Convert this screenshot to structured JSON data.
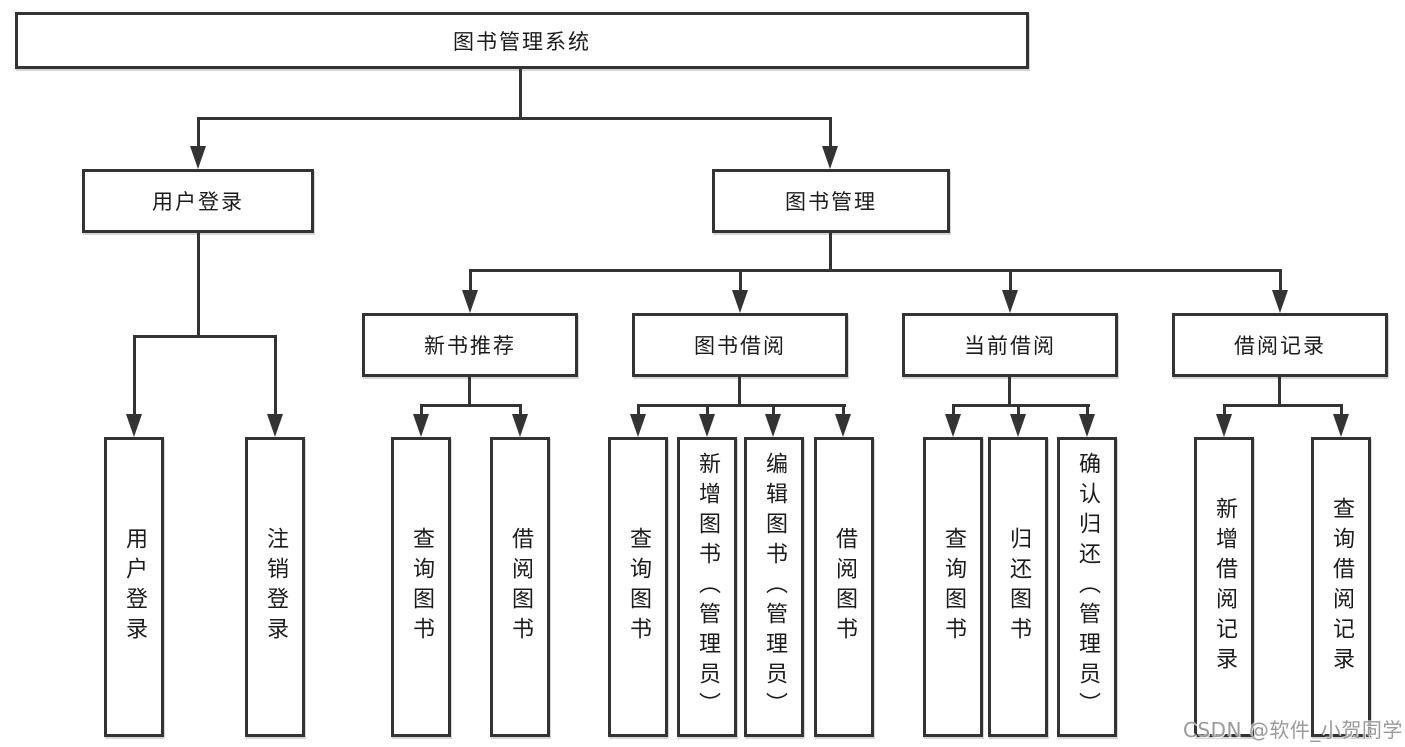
{
  "diagram": {
    "root": {
      "label": "图书管理系统"
    },
    "branches": [
      {
        "label": "用户登录",
        "leaves": [
          "用户登录",
          "注销登录"
        ]
      },
      {
        "label": "图书管理",
        "groups": [
          {
            "label": "新书推荐",
            "leaves": [
              "查询图书",
              "借阅图书"
            ]
          },
          {
            "label": "图书借阅",
            "leaves": [
              "查询图书",
              "新增图书（管理员）",
              "编辑图书（管理员）",
              "借阅图书"
            ]
          },
          {
            "label": "当前借阅",
            "leaves": [
              "查询图书",
              "归还图书",
              "确认归还（管理员）"
            ]
          },
          {
            "label": "借阅记录",
            "leaves": [
              "新增借阅记录",
              "查询借阅记录"
            ]
          }
        ]
      }
    ]
  },
  "watermark": {
    "text": "CSDN @软件_小贺同学"
  },
  "colors": {
    "line": "#333333",
    "text": "#1b1b1b",
    "watermark": "#9a9a9a",
    "background": "#ffffff"
  }
}
